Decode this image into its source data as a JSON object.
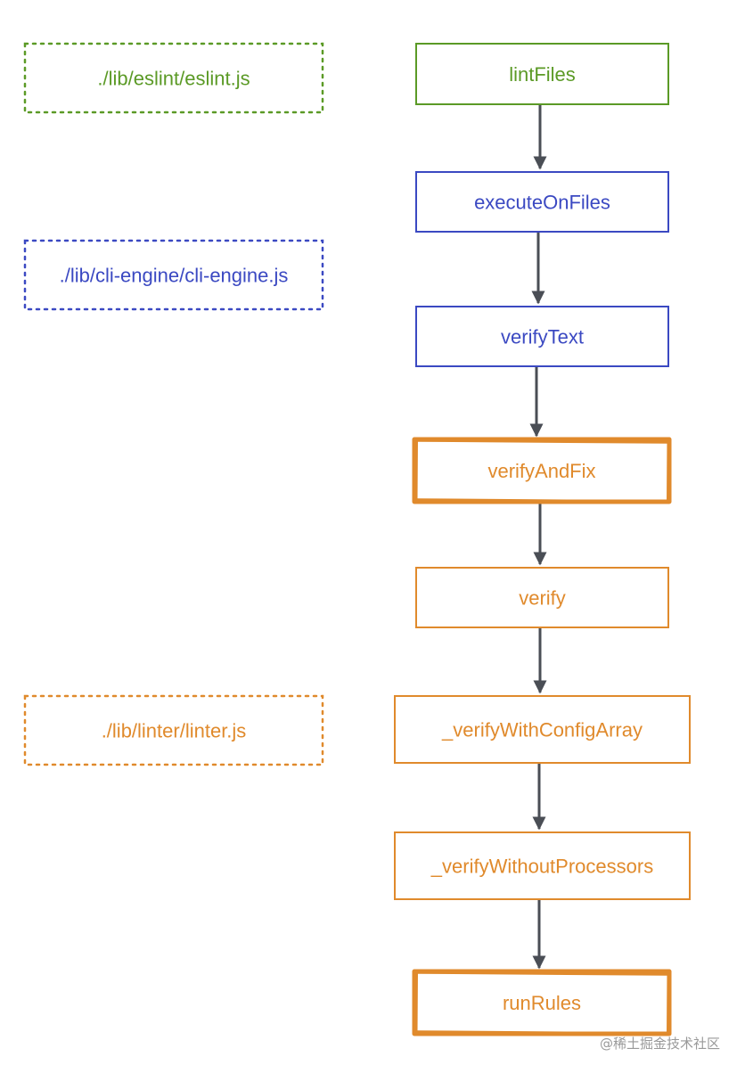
{
  "colors": {
    "eslint": "#5b9a26",
    "cli_engine": "#3b49c2",
    "linter": "#e08a2c",
    "arrow": "#4a4e55",
    "watermark": "#999999"
  },
  "files": [
    {
      "id": "eslint",
      "label": "./lib/eslint/eslint.js"
    },
    {
      "id": "cli_engine",
      "label": "./lib/cli-engine/cli-engine.js"
    },
    {
      "id": "linter",
      "label": "./lib/linter/linter.js"
    }
  ],
  "steps": [
    {
      "id": "lintFiles",
      "label": "lintFiles",
      "group": "eslint",
      "highlighted": false
    },
    {
      "id": "executeOnFiles",
      "label": "executeOnFiles",
      "group": "cli_engine",
      "highlighted": false
    },
    {
      "id": "verifyText",
      "label": "verifyText",
      "group": "cli_engine",
      "highlighted": false
    },
    {
      "id": "verifyAndFix",
      "label": "verifyAndFix",
      "group": "linter",
      "highlighted": true
    },
    {
      "id": "verify",
      "label": "verify",
      "group": "linter",
      "highlighted": false
    },
    {
      "id": "verifyWithConfigArray",
      "label": "_verifyWithConfigArray",
      "group": "linter",
      "highlighted": false
    },
    {
      "id": "verifyWithoutProcessors",
      "label": "_verifyWithoutProcessors",
      "group": "linter",
      "highlighted": false
    },
    {
      "id": "runRules",
      "label": "runRules",
      "group": "linter",
      "highlighted": true
    }
  ],
  "watermark": "@稀土掘金技术社区"
}
